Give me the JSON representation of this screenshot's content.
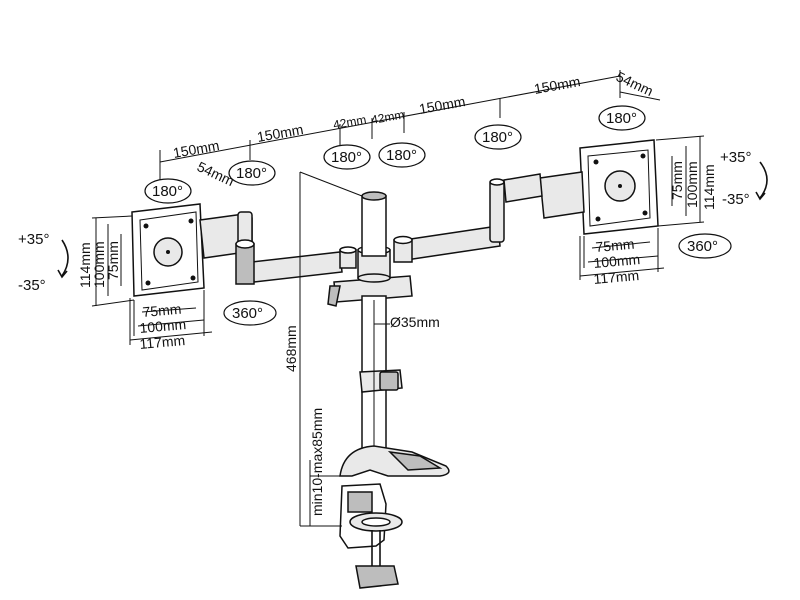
{
  "labels": {
    "top_150_left_a": "150mm",
    "top_150_left_b": "150mm",
    "top_42_a": "42mm",
    "top_42_b": "42mm",
    "top_150_right_a": "150mm",
    "top_150_right_b": "150mm",
    "top_54_left": "54mm",
    "top_54_right": "54mm",
    "rot180_1": "180°",
    "rot180_2": "180°",
    "rot180_3": "180°",
    "rot180_4": "180°",
    "rot180_5": "180°",
    "rot180_6": "180°",
    "rot360_left": "360°",
    "rot360_right": "360°",
    "tilt_plus_left": "+35°",
    "tilt_minus_left": "-35°",
    "tilt_plus_right": "+35°",
    "tilt_minus_right": "-35°",
    "left_114": "114mm",
    "left_100": "100mm",
    "left_75": "75mm",
    "left_75_h": "75mm",
    "left_100_h": "100mm",
    "left_117_h": "117mm",
    "right_114": "114mm",
    "right_100": "100mm",
    "right_75": "75mm",
    "right_75_h": "75mm",
    "right_100_h": "100mm",
    "right_117_h": "117mm",
    "pole_diameter": "Ø35mm",
    "height_468": "468mm",
    "clamp_range": "min10-max85mm"
  }
}
